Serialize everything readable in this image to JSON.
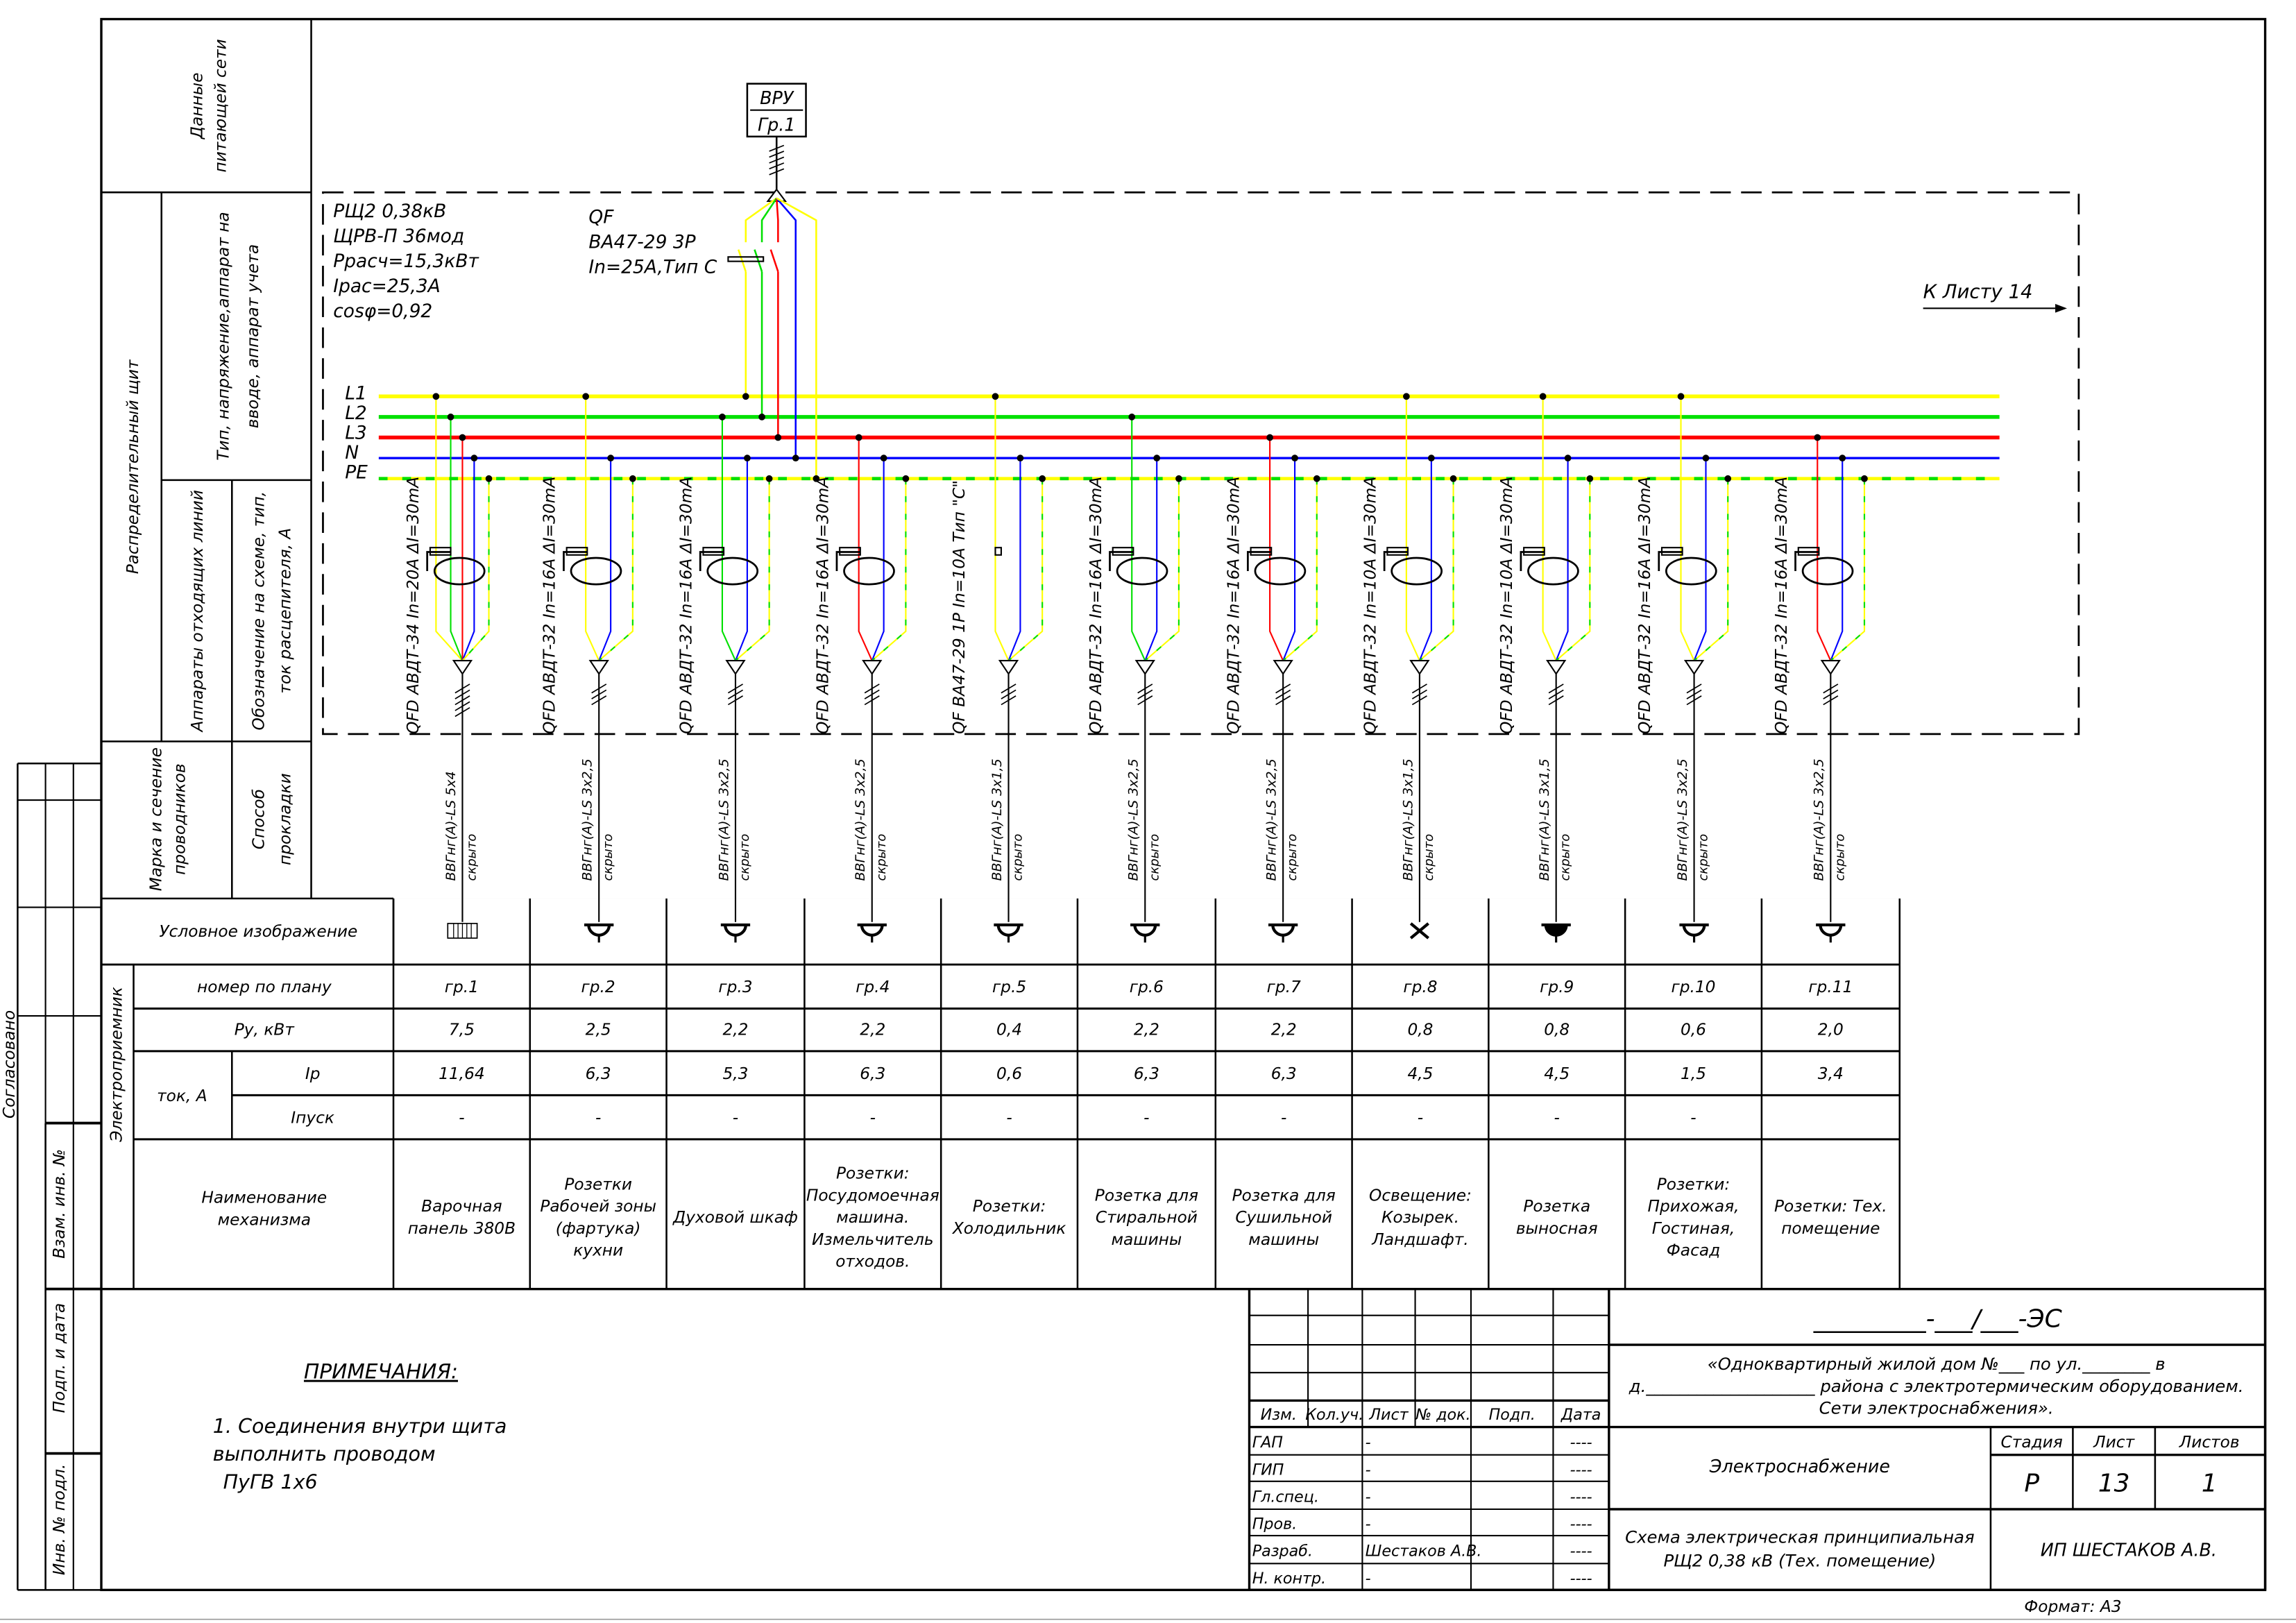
{
  "colors": {
    "L1": "#ffff00",
    "L2": "#00e000",
    "L3": "#ff0000",
    "N": "#0000ff",
    "PE": "#ffff00",
    "PE_dash": "#00e000",
    "frame": "#000000"
  },
  "vru": {
    "line1": "ВРУ",
    "line2": "Гр.1"
  },
  "to_sheet": "К Листу 14",
  "panel": {
    "lines": [
      "РЩ2 0,38кВ",
      "ЩРВ-П 36мод",
      "Ррасч=15,3кВт",
      "Iрас=25,3А",
      "cosφ=0,92"
    ]
  },
  "input_breaker": {
    "lines": [
      "QF",
      "ВА47-29 3Р",
      "In=25A,Тип С"
    ]
  },
  "bus_labels": [
    "L1",
    "L2",
    "L3",
    "N",
    "PE"
  ],
  "left_headers": {
    "supply_data": [
      "Данные",
      "питающей сети"
    ],
    "input_type": [
      "Тип, напряжение,аппарат на",
      "вводе, аппарат учета"
    ],
    "dist_board": "Распределительный щит",
    "outgoing": "Аппараты отходящих линий",
    "designation": [
      "Обозначение на схеме, тип,",
      "ток расцепителя, А"
    ],
    "cable_brand": [
      "Марка и сечение",
      "проводников"
    ],
    "laying": [
      "Способ",
      "прокладки"
    ],
    "symbol": "Условное изображение",
    "receiver": "Электроприемник",
    "plan_no": "номер по плану",
    "power": "Ру, кВт",
    "current": "ток, А",
    "ip": "Ip",
    "istart": "Iпуск",
    "mech_name": [
      "Наименование",
      "механизма"
    ]
  },
  "margin": {
    "agreed": "Согласовано",
    "replace_inv": "Взам. инв. №",
    "sign_date": "Подп. и дата",
    "inv_orig": "Инв. № подл."
  },
  "circuits": [
    {
      "group": "гр.1",
      "breaker": "QFD АВДТ-34 In=20A ΔI=30mA",
      "cable": "ВВГнг(А)-LS 5х4",
      "laying": "скрыто",
      "phases": [
        "L1",
        "L2",
        "L3"
      ],
      "symbol": "box",
      "power": "7,5",
      "ip": "11,64",
      "istart": "-",
      "name": [
        "Варочная",
        "панель 380В"
      ]
    },
    {
      "group": "гр.2",
      "breaker": "QFD АВДТ-32 In=16A ΔI=30mA",
      "cable": "ВВГнг(А)-LS 3х2,5",
      "laying": "скрыто",
      "phases": [
        "L1"
      ],
      "symbol": "socket",
      "power": "2,5",
      "ip": "6,3",
      "istart": "-",
      "name": [
        "Розетки",
        "Рабочей зоны",
        "(фартука)",
        "кухни"
      ]
    },
    {
      "group": "гр.3",
      "breaker": "QFD АВДТ-32 In=16A ΔI=30mA",
      "cable": "ВВГнг(А)-LS 3х2,5",
      "laying": "скрыто",
      "phases": [
        "L2"
      ],
      "symbol": "socket",
      "power": "2,2",
      "ip": "5,3",
      "istart": "-",
      "name": [
        "Духовой шкаф"
      ]
    },
    {
      "group": "гр.4",
      "breaker": "QFD АВДТ-32 In=16A ΔI=30mA",
      "cable": "ВВГнг(А)-LS 3х2,5",
      "laying": "скрыто",
      "phases": [
        "L3"
      ],
      "symbol": "socket",
      "power": "2,2",
      "ip": "6,3",
      "istart": "-",
      "name": [
        "Розетки:",
        "Посудомоечная",
        "машина.",
        "Измельчитель",
        "отходов."
      ]
    },
    {
      "group": "гр.5",
      "breaker": "QF ВА47-29 1P In=10A Тип \"С\"",
      "cable": "ВВГнг(А)-LS 3х1,5",
      "laying": "скрыто",
      "phases": [
        "L1"
      ],
      "symbol": "socket",
      "power": "0,4",
      "ip": "0,6",
      "istart": "-",
      "name": [
        "Розетки:",
        "Холодильник"
      ]
    },
    {
      "group": "гр.6",
      "breaker": "QFD АВДТ-32 In=16A ΔI=30mA",
      "cable": "ВВГнг(А)-LS 3х2,5",
      "laying": "скрыто",
      "phases": [
        "L2"
      ],
      "symbol": "socket",
      "power": "2,2",
      "ip": "6,3",
      "istart": "-",
      "name": [
        "Розетка для",
        "Стиральной",
        "машины"
      ]
    },
    {
      "group": "гр.7",
      "breaker": "QFD АВДТ-32 In=16A ΔI=30mA",
      "cable": "ВВГнг(А)-LS 3х2,5",
      "laying": "скрыто",
      "phases": [
        "L3"
      ],
      "symbol": "socket",
      "power": "2,2",
      "ip": "6,3",
      "istart": "-",
      "name": [
        "Розетка для",
        "Сушильной",
        "машины"
      ]
    },
    {
      "group": "гр.8",
      "breaker": "QFD АВДТ-32 In=10A ΔI=30mA",
      "cable": "ВВГнг(А)-LS 3х1,5",
      "laying": "скрыто",
      "phases": [
        "L1"
      ],
      "symbol": "cross",
      "power": "0,8",
      "ip": "4,5",
      "istart": "-",
      "name": [
        "Освещение:",
        "Козырек.",
        "Ландшафт."
      ]
    },
    {
      "group": "гр.9",
      "breaker": "QFD АВДТ-32 In=10A ΔI=30mA",
      "cable": "ВВГнг(А)-LS 3х1,5",
      "laying": "скрыто",
      "phases": [
        "L1"
      ],
      "symbol": "filled",
      "power": "0,8",
      "ip": "4,5",
      "istart": "-",
      "name": [
        "Розетка",
        "выносная"
      ]
    },
    {
      "group": "гр.10",
      "breaker": "QFD АВДТ-32 In=16A ΔI=30mA",
      "cable": "ВВГнг(А)-LS 3х2,5",
      "laying": "скрыто",
      "phases": [
        "L1"
      ],
      "symbol": "socket",
      "power": "0,6",
      "ip": "1,5",
      "istart": "-",
      "name": [
        "Розетки:",
        "Прихожая,",
        "Гостиная,",
        "Фасад"
      ]
    },
    {
      "group": "гр.11",
      "breaker": "QFD АВДТ-32 In=16A ΔI=30mA",
      "cable": "ВВГнг(А)-LS 3х2,5",
      "laying": "скрыто",
      "phases": [
        "L3"
      ],
      "symbol": "socket",
      "power": "2,0",
      "ip": "3,4",
      "istart": "",
      "name": [
        "Розетки: Тех.",
        "помещение"
      ]
    }
  ],
  "notes": {
    "title": "ПРИМЕЧАНИЯ:",
    "lines": [
      "1. Соединения внутри щита",
      "выполнить проводом",
      "ПуГВ 1х6"
    ]
  },
  "title_block": {
    "code": "_________-___/___-ЭС",
    "project": [
      "«Одноквартирный жилой дом №___  по ул.________  в",
      "д.____________________ района с электротермическим оборудованием.",
      "Сети электроснабжения»."
    ],
    "col_headers": [
      "Изм.",
      "Кол.уч.",
      "Лист",
      "№ док.",
      "Подп.",
      "Дата"
    ],
    "roles": [
      {
        "role": "ГАП",
        "name": "-",
        "date": "----"
      },
      {
        "role": "ГИП",
        "name": "-",
        "date": "----"
      },
      {
        "role": "Гл.спец.",
        "name": "-",
        "date": "----"
      },
      {
        "role": "Пров.",
        "name": "-",
        "date": "----"
      },
      {
        "role": "Разраб.",
        "name": "Шестаков А.В.",
        "date": "----"
      },
      {
        "role": "Н. контр.",
        "name": "-",
        "date": "----"
      }
    ],
    "section": "Электроснабжение",
    "stage_label": "Стадия",
    "sheet_label": "Лист",
    "sheets_label": "Листов",
    "stage": "Р",
    "sheet": "13",
    "sheets": "1",
    "drawing_title": [
      "Схема электрическая принципиальная",
      "РЩ2 0,38  кВ (Тех. помещение)"
    ],
    "company": "ИП ШЕСТАКОВ А.В.",
    "format": "Формат: А3"
  }
}
